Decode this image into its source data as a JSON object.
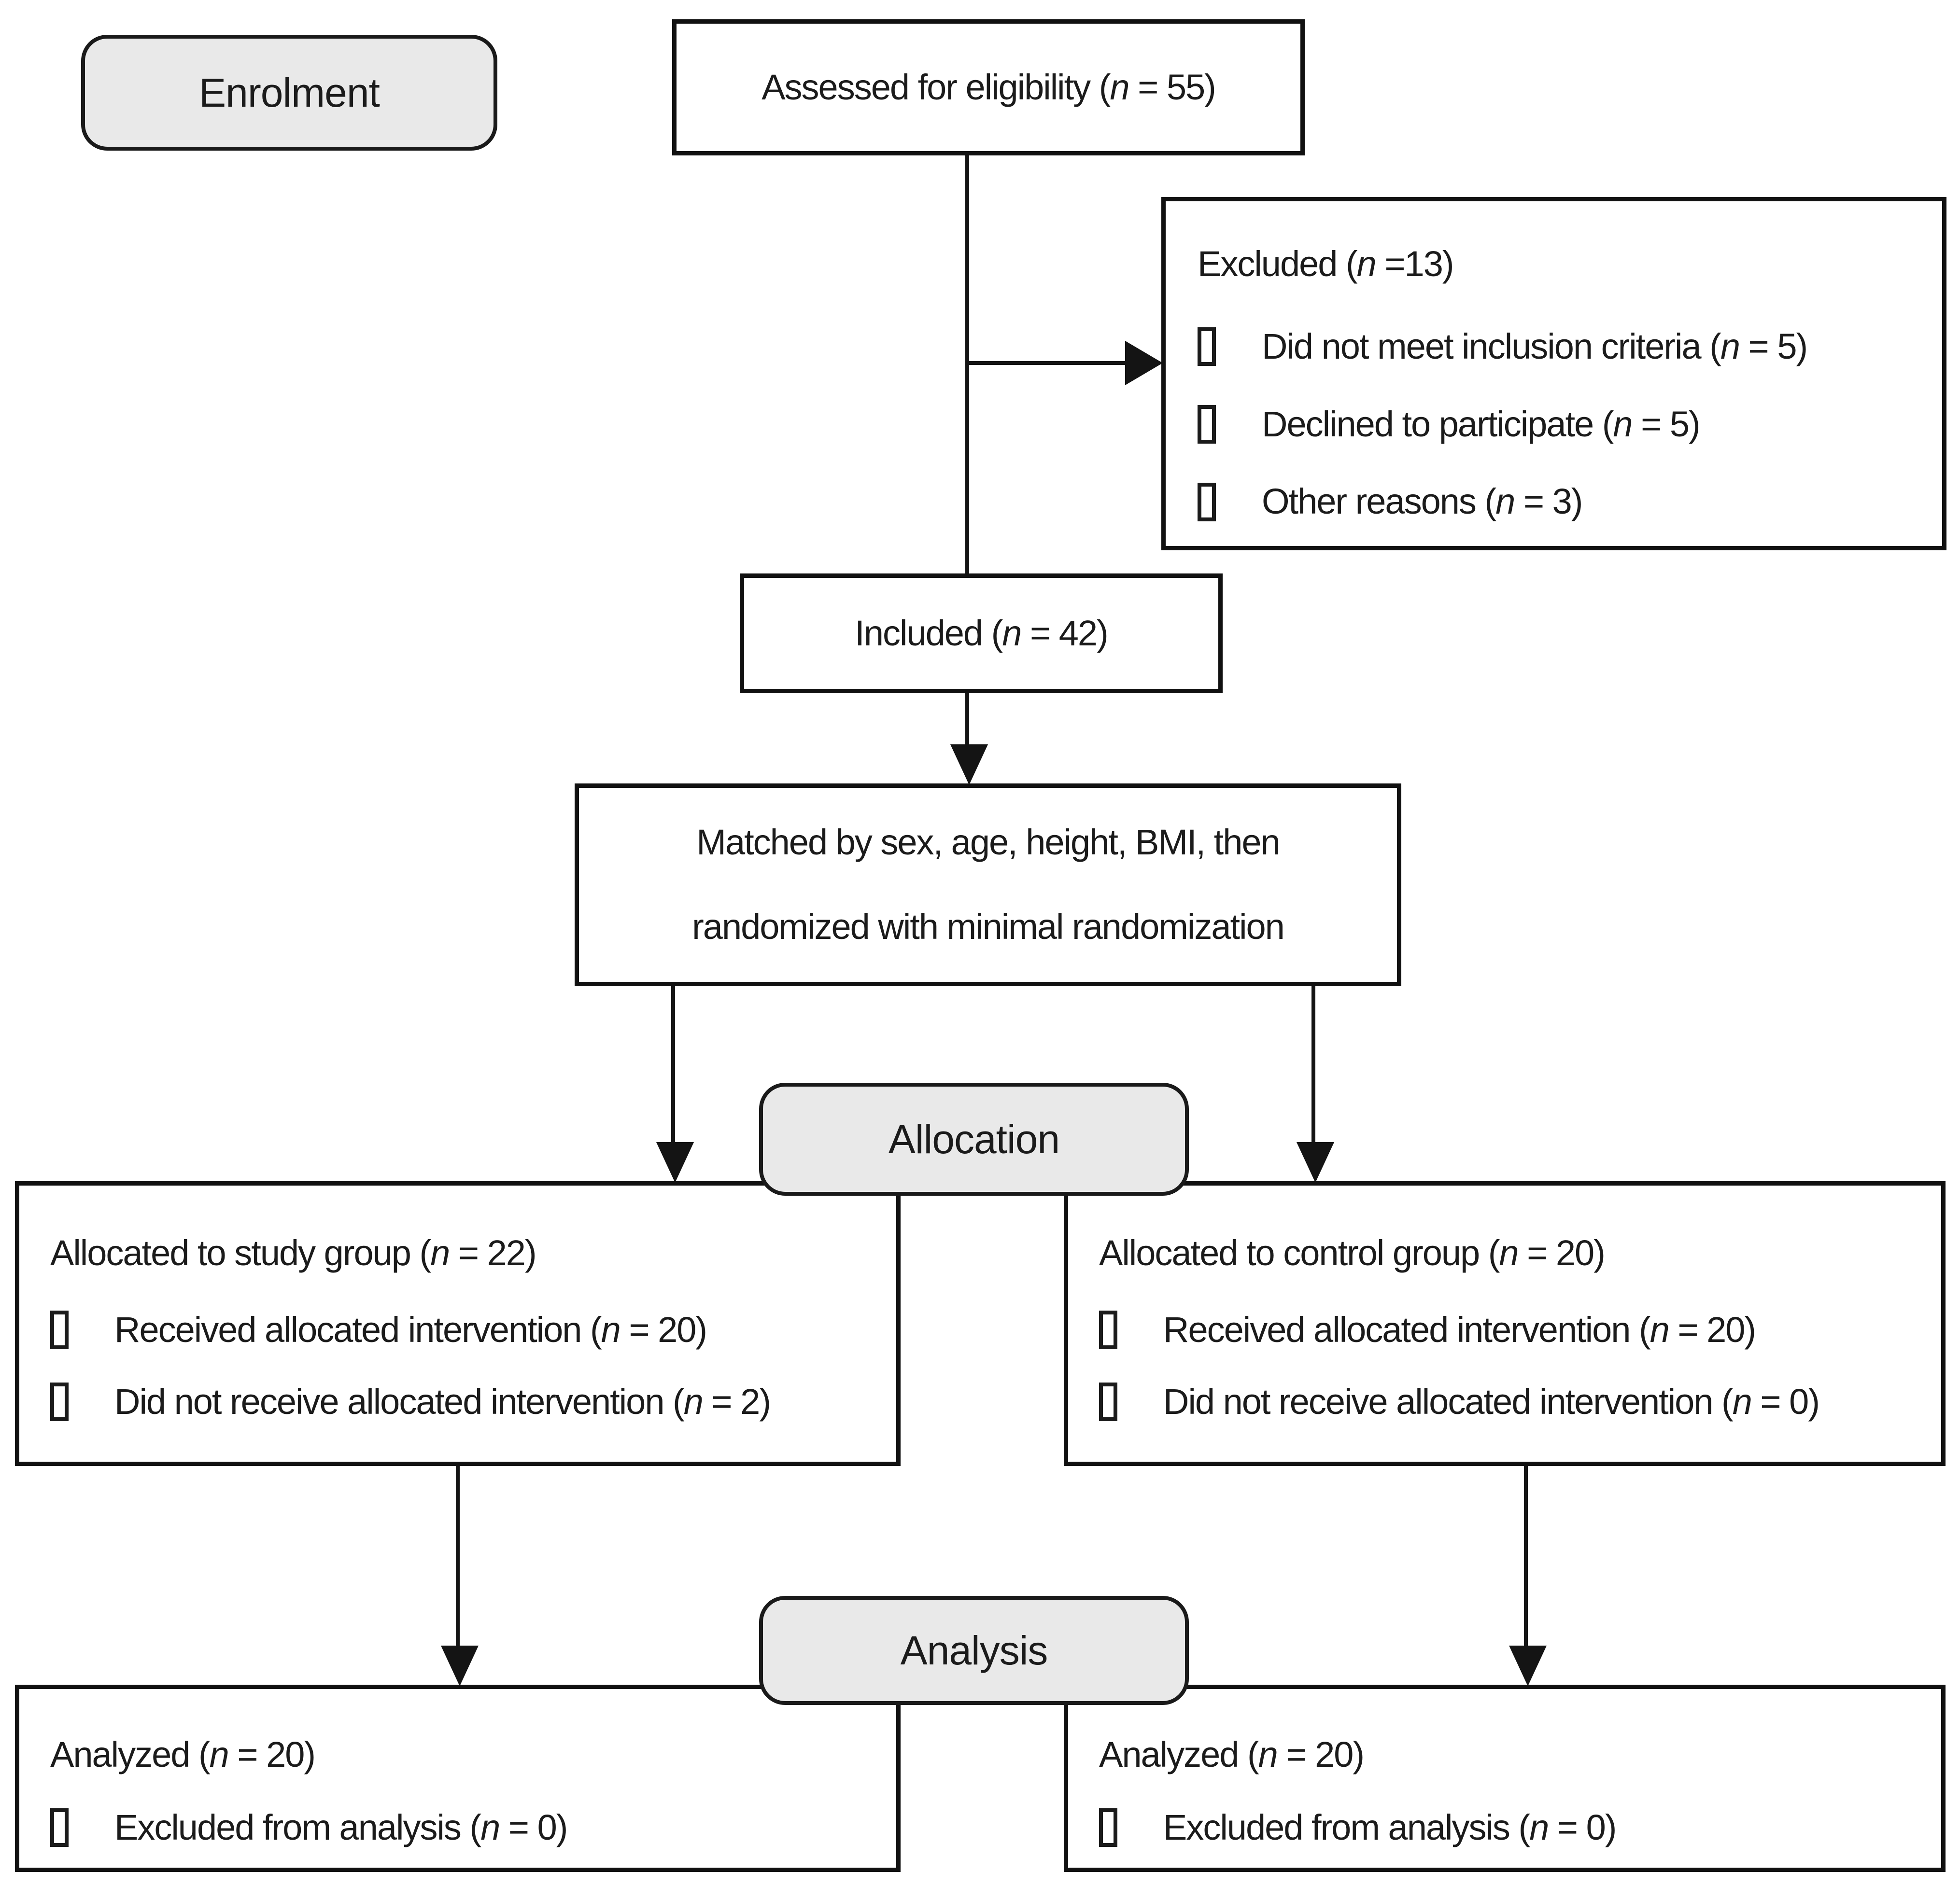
{
  "flow": {
    "enrolment_label": "Enrolment",
    "assessed": "Assessed for eligibility (n = 55)",
    "excluded": {
      "title": "Excluded (n =13)",
      "items": [
        "Did not meet inclusion criteria (n = 5)",
        "Declined to participate (n = 5)",
        "Other reasons (n = 3)"
      ]
    },
    "included": "Included (n = 42)",
    "matched_line1": "Matched by sex, age, height, BMI, then",
    "matched_line2": "randomized with minimal randomization",
    "allocation_label": "Allocation",
    "study_group": {
      "title": "Allocated to study group (n = 22)",
      "items": [
        "Received allocated intervention (n = 20)",
        "Did not receive allocated intervention (n = 2)"
      ]
    },
    "control_group": {
      "title": "Allocated to control group (n = 20)",
      "items": [
        "Received allocated intervention (n = 20)",
        "Did not receive allocated intervention (n = 0)"
      ]
    },
    "analysis_label": "Analysis",
    "study_analysis": {
      "title": "Analyzed (n = 20)",
      "items": [
        "Excluded from analysis (n = 0)"
      ]
    },
    "control_analysis": {
      "title": "Analyzed (n = 20)",
      "items": [
        "Excluded from analysis (n = 0)"
      ]
    }
  },
  "colors": {
    "background": "#ffffff",
    "box_border": "#111111",
    "banner_fill": "#e9e9e9",
    "text": "#1b1b1b"
  }
}
